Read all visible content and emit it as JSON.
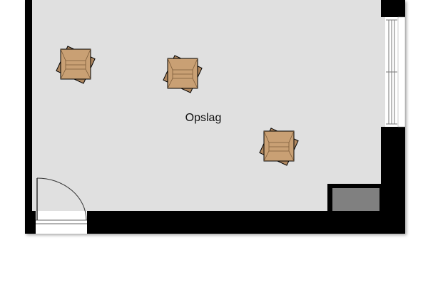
{
  "room": {
    "label": "Opslag",
    "floor_color": "#e0e0e0",
    "wall_color": "#000000"
  },
  "furniture": {
    "item_name": "storage-box",
    "count": 3,
    "box_color": "#c9a074",
    "box_shade_color": "#b08860"
  },
  "fixtures": {
    "door": "door",
    "window": "window",
    "shaft_color": "#808080"
  }
}
